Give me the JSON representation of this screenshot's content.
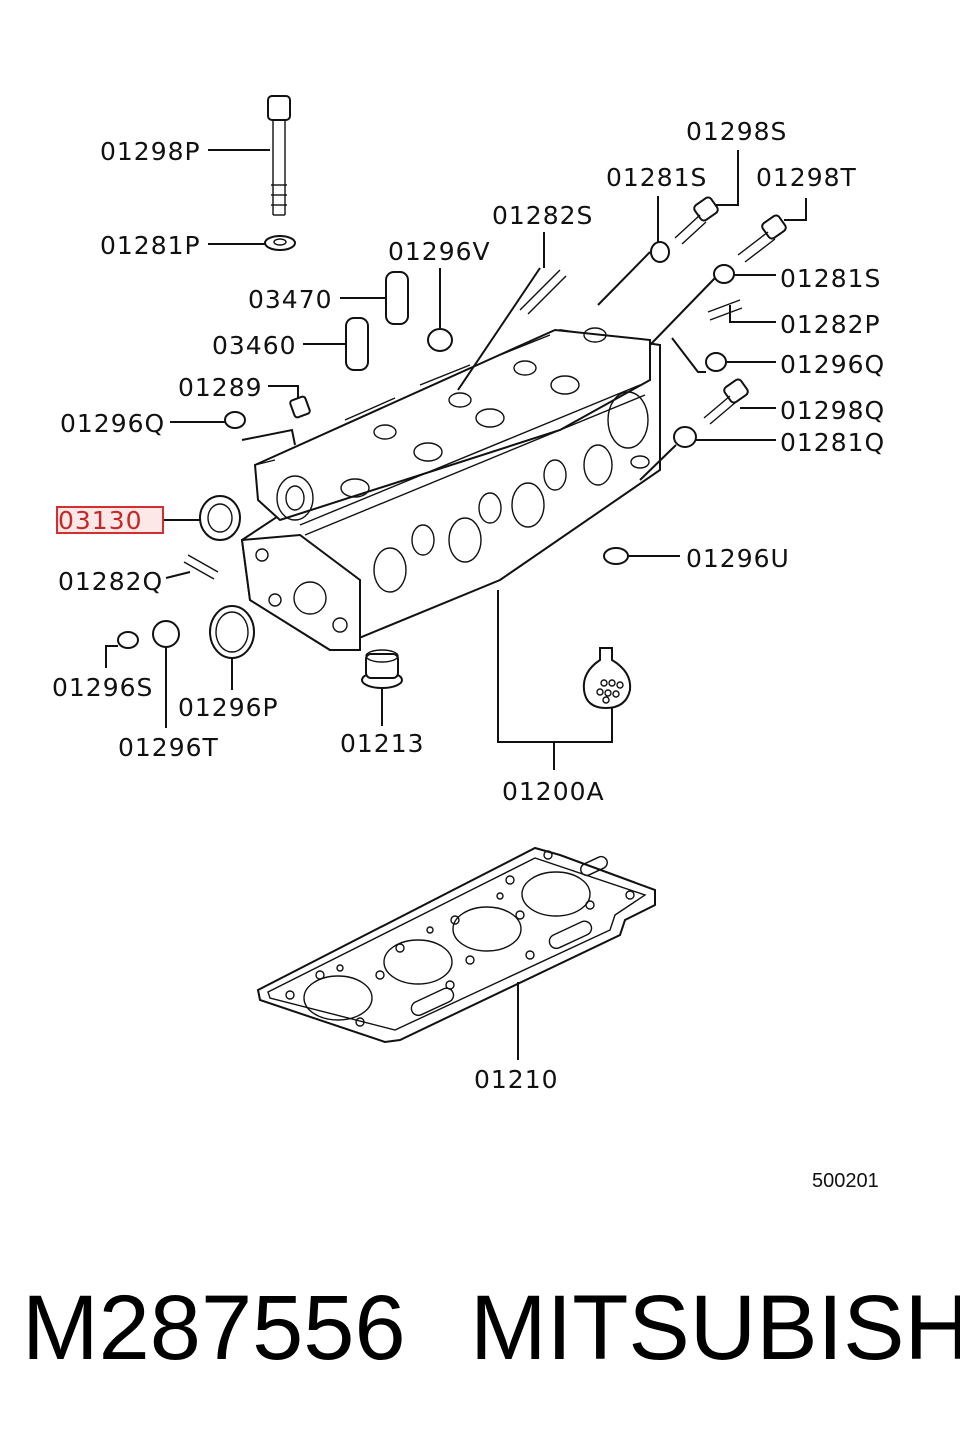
{
  "diagram": {
    "labels": {
      "p01298P": "01298P",
      "p01281P": "01281P",
      "p03470": "03470",
      "p03460": "03460",
      "p01289": "01289",
      "p01296Q_left": "01296Q",
      "p03130": "03130",
      "p01282Q": "01282Q",
      "p01296S": "01296S",
      "p01296T": "01296T",
      "p01296P": "01296P",
      "p01213": "01213",
      "p01200A": "01200A",
      "p01296V": "01296V",
      "p01282S": "01282S",
      "p01281S_top": "01281S",
      "p01298S": "01298S",
      "p01298T": "01298T",
      "p01281S_right": "01281S",
      "p01282P": "01282P",
      "p01296Q_right": "01296Q",
      "p01298Q": "01298Q",
      "p01281Q": "01281Q",
      "p01296U": "01296U",
      "p01210": "01210"
    },
    "highlighted_part": "03130",
    "highlight_color": "#d32f2f",
    "code": "500201"
  },
  "footer": {
    "part_number": "M287556",
    "brand": "MITSUBISHI"
  }
}
